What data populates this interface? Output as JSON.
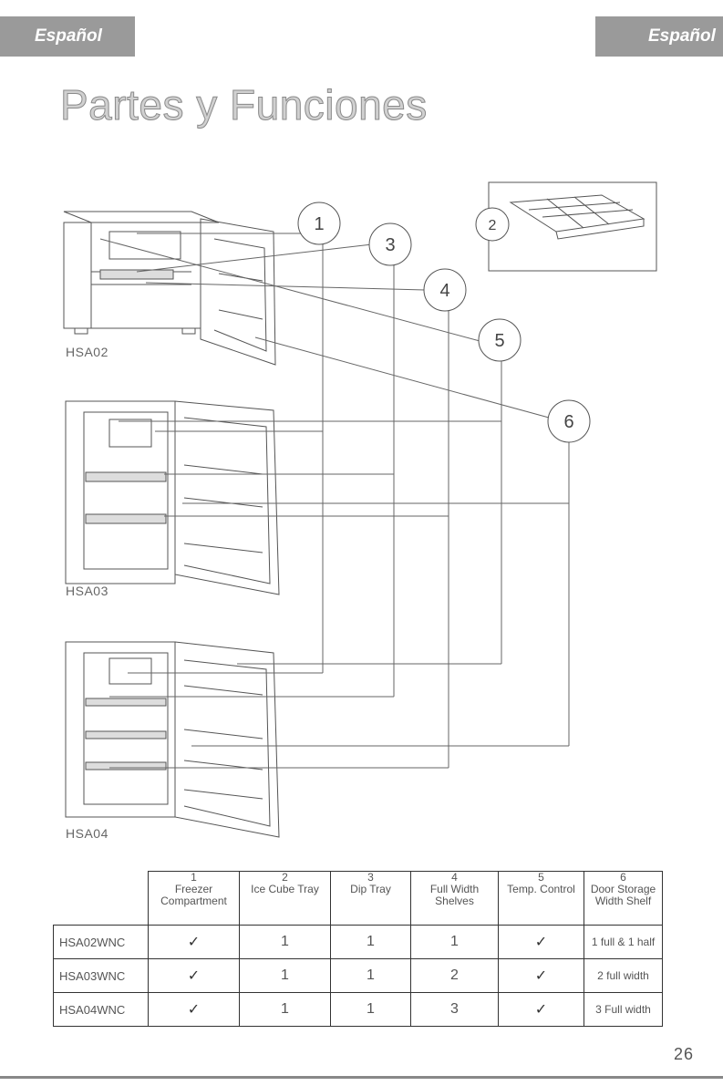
{
  "header": {
    "left_tab": "Español",
    "right_tab": "Español"
  },
  "title": "Partes y Funciones",
  "figures": {
    "models": [
      "HSA02",
      "HSA03",
      "HSA04"
    ],
    "callouts": [
      "1",
      "2",
      "3",
      "4",
      "5",
      "6"
    ]
  },
  "table": {
    "columns": [
      {
        "num": "1",
        "label": "Freezer Compartment"
      },
      {
        "num": "2",
        "label": "Ice Cube Tray"
      },
      {
        "num": "3",
        "label": "Dip Tray"
      },
      {
        "num": "4",
        "label": "Full Width Shelves"
      },
      {
        "num": "5",
        "label": "Temp. Control"
      },
      {
        "num": "6",
        "label": "Door Storage Width Shelf"
      }
    ],
    "rows": [
      {
        "model": "HSA02WNC",
        "cells": [
          "✓",
          "1",
          "1",
          "1",
          "✓",
          "1 full & 1 half"
        ]
      },
      {
        "model": "HSA03WNC",
        "cells": [
          "✓",
          "1",
          "1",
          "2",
          "✓",
          "2 full width"
        ]
      },
      {
        "model": "HSA04WNC",
        "cells": [
          "✓",
          "1",
          "1",
          "3",
          "✓",
          "3 Full width"
        ]
      }
    ]
  },
  "page_number": "26"
}
